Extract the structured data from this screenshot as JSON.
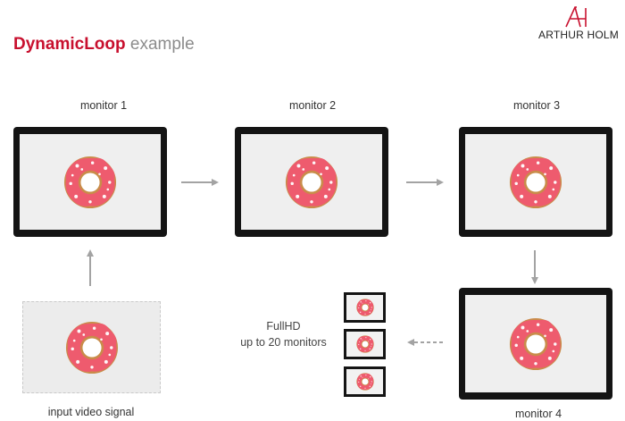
{
  "header": {
    "title_accent": "DynamicLoop",
    "title_rest": " example"
  },
  "logo": {
    "monogram": "AH",
    "text": "ARTHUR HOLM"
  },
  "monitors": [
    {
      "label": "monitor 1"
    },
    {
      "label": "monitor 2"
    },
    {
      "label": "monitor 3"
    },
    {
      "label": "monitor 4"
    }
  ],
  "input": {
    "label": "input video signal"
  },
  "expansion": {
    "line1": "FullHD",
    "line2": "up to 20 monitors"
  },
  "colors": {
    "accent": "#c8102e",
    "frosting": "#ee5b6e",
    "dough": "#c98c4a",
    "bezel": "#141414",
    "arrow": "#9a9a9a"
  },
  "icons": [
    "donut-image",
    "arrow-right-icon",
    "arrow-up-icon",
    "arrow-down-icon",
    "arrow-left-dashed-icon"
  ]
}
